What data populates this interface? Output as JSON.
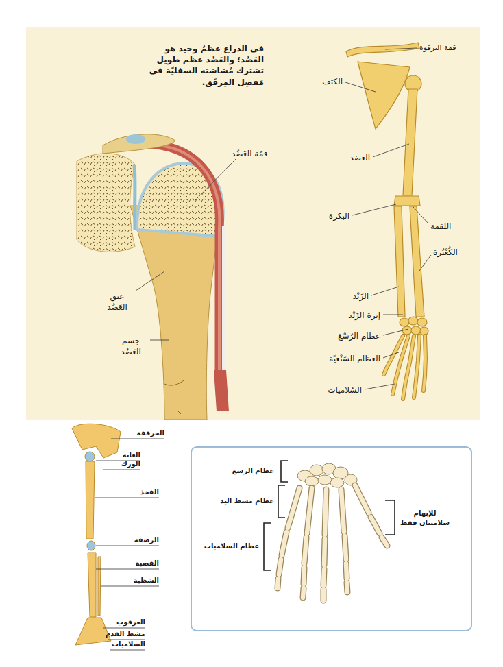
{
  "diagram": {
    "labels": [
      "في الذراع عظمٌ وحيد هو العَضُد؛ والعَضُد عظم طويل تشترك مُشاشته السفليّة في مَفصِل المِرفَق.",
      "قمة الترقوة",
      "الكتف",
      "قمّة العَضُد",
      "العضد",
      "البكرة",
      "اللقمة",
      "الكُعْبُرة",
      "عنق العَضُد",
      "الزَنْد",
      "إبرة الزَنْد",
      "عظام الرُسْغ",
      "جسم العَضُد",
      "العظام السَنْعيّة",
      "السُلاميات",
      "الحرقفة",
      "العانة",
      "الورك",
      "الفخذ",
      "عظام الرسغ",
      "عظام مشط اليد",
      "للإبهام سلاميتان فقط",
      "عظام السلاميات",
      "الرضفة",
      "القصبة",
      "الشظية",
      "العرقوب",
      "مشط القدم",
      "السلاميات"
    ]
  }
}
